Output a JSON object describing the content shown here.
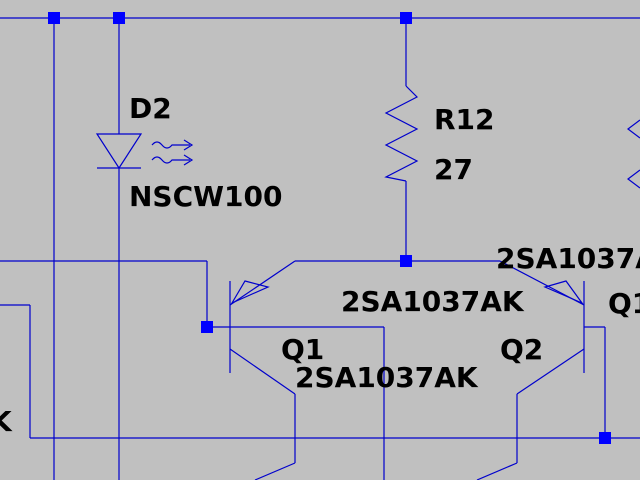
{
  "colors": {
    "background": "#c0c0c0",
    "wire": "#0000cc",
    "node": "#0000ff",
    "text": "#000000"
  },
  "components": {
    "d2": {
      "ref": "D2",
      "value": "NSCW100",
      "type": "LED"
    },
    "r12": {
      "ref": "R12",
      "value": "27",
      "type": "resistor"
    },
    "q1": {
      "ref": "Q1",
      "value": "2SA1037AK",
      "type": "pnp-transistor"
    },
    "q2": {
      "ref": "Q2",
      "value": "2SA1037AK",
      "type": "pnp-transistor"
    },
    "q_right": {
      "ref_partial": "Q1",
      "value_partial": "2SA1037A"
    },
    "left_partial": {
      "text": "K"
    }
  },
  "extra_labels": {
    "middle_value": "2SA1037AK"
  }
}
